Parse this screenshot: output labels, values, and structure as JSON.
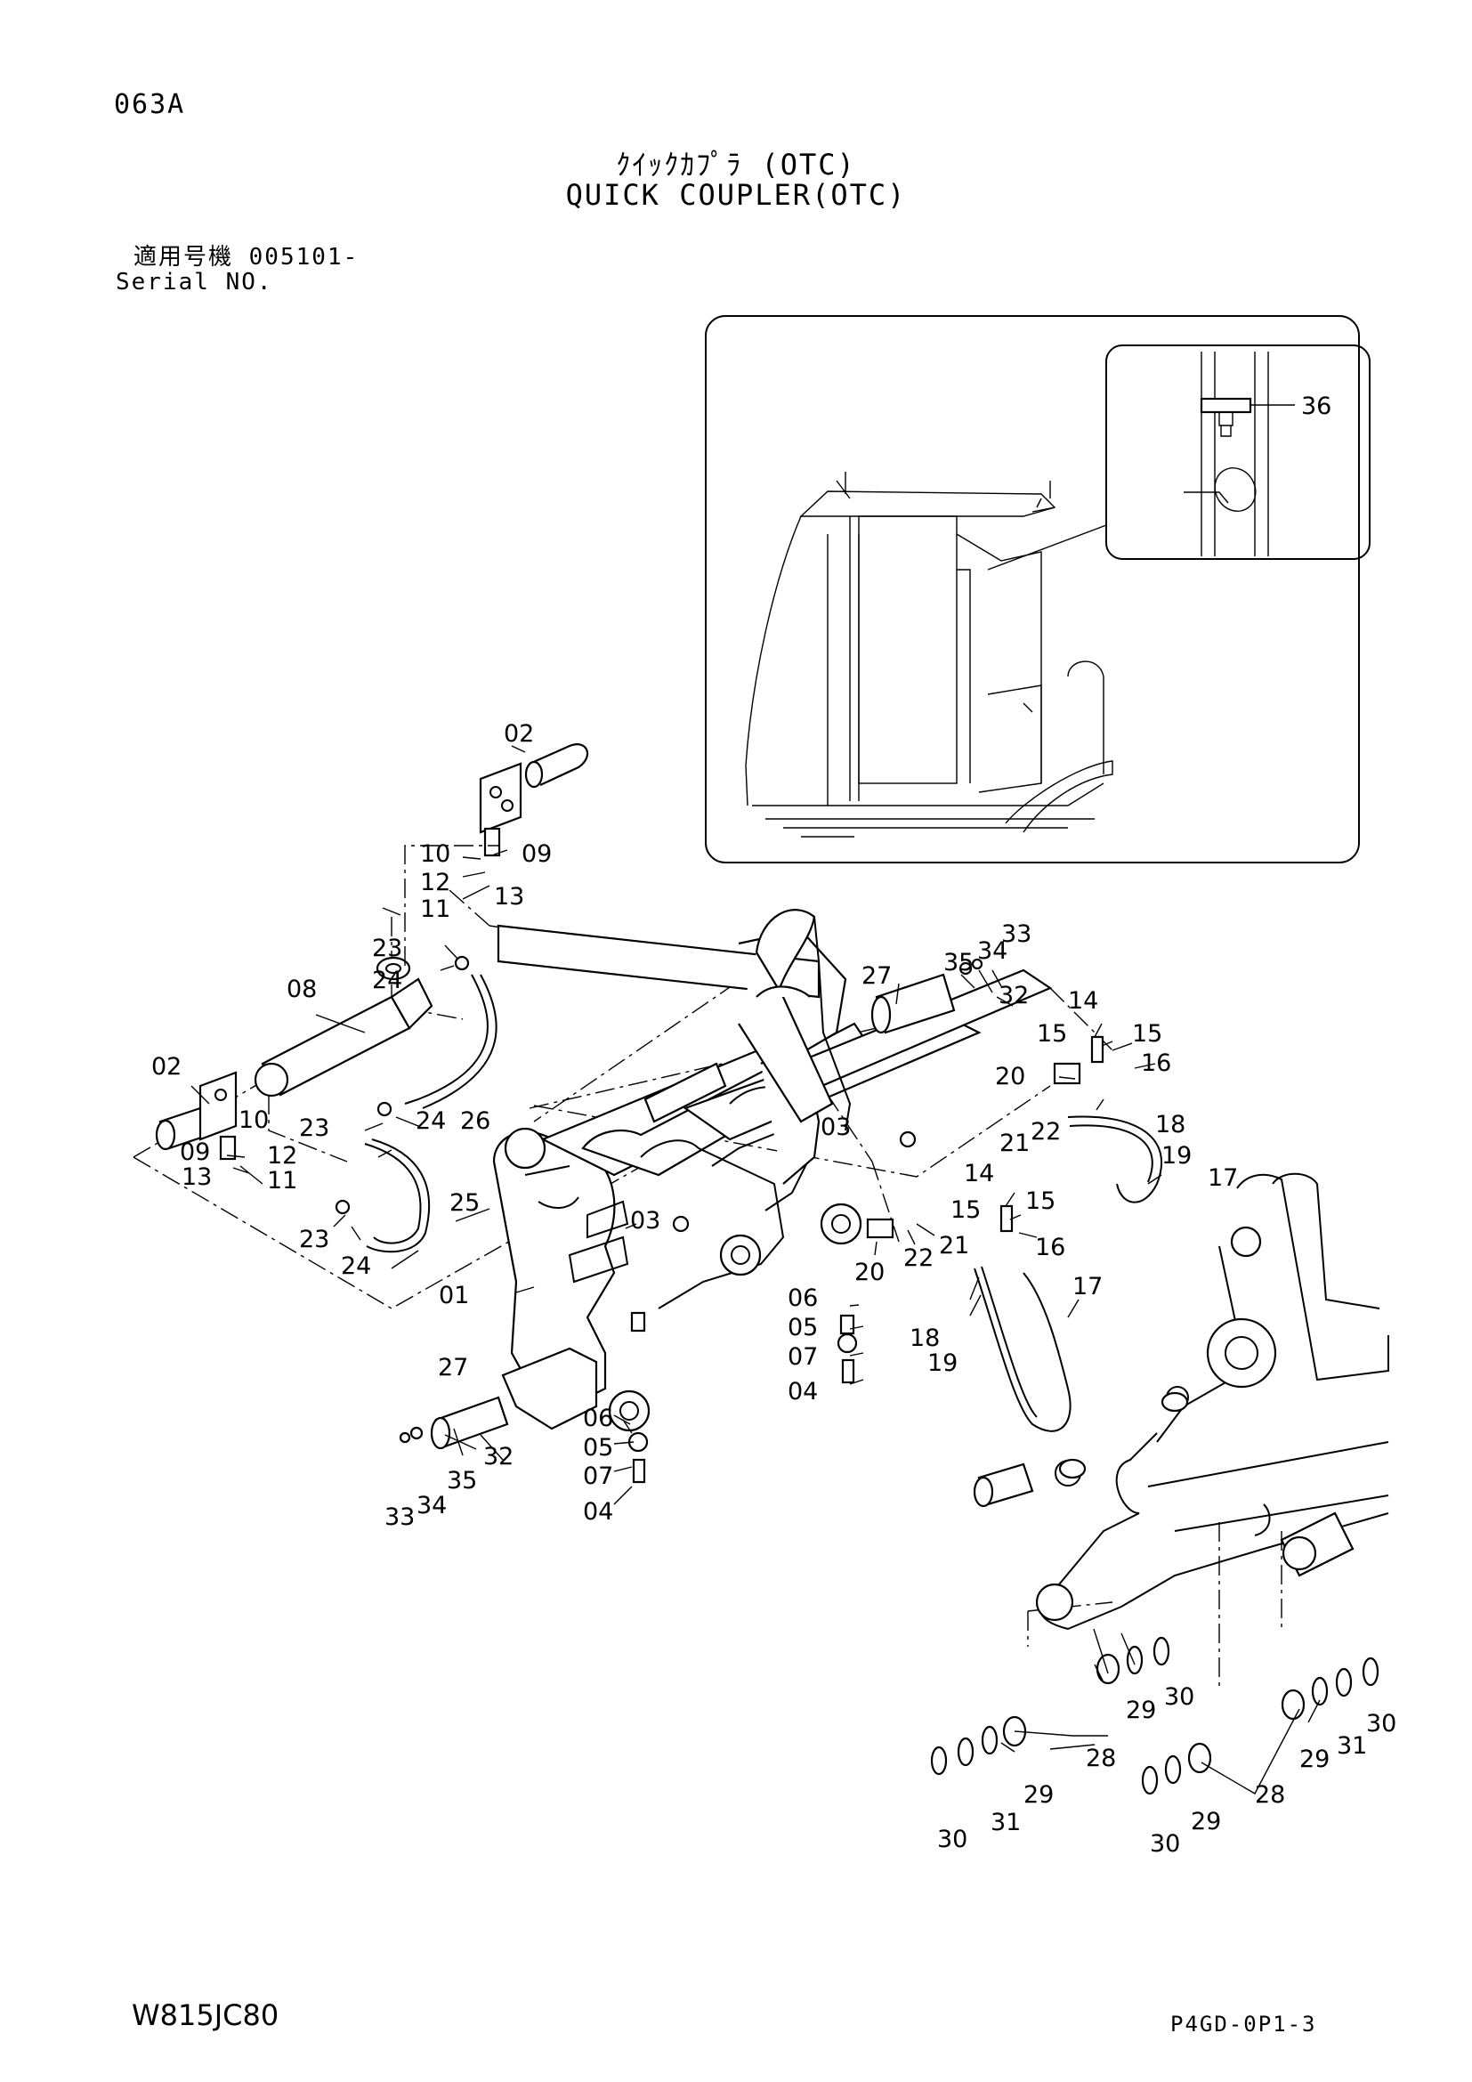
{
  "header": {
    "page_code": "063A",
    "title_jp": "ｸｲｯｸｶﾌﾟﾗ (OTC)",
    "title_en": "QUICK COUPLER(OTC)",
    "serial_jp": "適用号機 005101-",
    "serial_en": "Serial NO."
  },
  "footer": {
    "drawing_no": "W815JC80",
    "sheet_code": "P4GD-0P1-3"
  },
  "callouts": {
    "c01": "01",
    "c02a": "02",
    "c02b": "02",
    "c03a": "03",
    "c03b": "03",
    "c04a": "04",
    "c04b": "04",
    "c05a": "05",
    "c05b": "05",
    "c06a": "06",
    "c06b": "06",
    "c07a": "07",
    "c07b": "07",
    "c08": "08",
    "c09a": "09",
    "c09b": "09",
    "c10a": "10",
    "c10b": "10",
    "c11a": "11",
    "c11b": "11",
    "c12a": "12",
    "c12b": "12",
    "c13a": "13",
    "c13b": "13",
    "c14a": "14",
    "c14b": "14",
    "c15a": "15",
    "c15b": "15",
    "c15c": "15",
    "c15d": "15",
    "c16a": "16",
    "c16b": "16",
    "c17a": "17",
    "c17b": "17",
    "c18a": "18",
    "c18b": "18",
    "c19a": "19",
    "c19b": "19",
    "c20a": "20",
    "c20b": "20",
    "c21a": "21",
    "c21b": "21",
    "c22a": "22",
    "c22b": "22",
    "c23a": "23",
    "c23b": "23",
    "c23c": "23",
    "c24a": "24",
    "c24b": "24",
    "c24c": "24",
    "c25": "25",
    "c26": "26",
    "c27a": "27",
    "c27b": "27",
    "c28a": "28",
    "c28b": "28",
    "c29a": "29",
    "c29b": "29",
    "c29c": "29",
    "c29d": "29",
    "c30a": "30",
    "c30b": "30",
    "c30c": "30",
    "c30d": "30",
    "c31a": "31",
    "c31b": "31",
    "c32a": "32",
    "c32b": "32",
    "c33a": "33",
    "c33b": "33",
    "c34a": "34",
    "c34b": "34",
    "c35a": "35",
    "c35b": "35",
    "c36": "36"
  }
}
